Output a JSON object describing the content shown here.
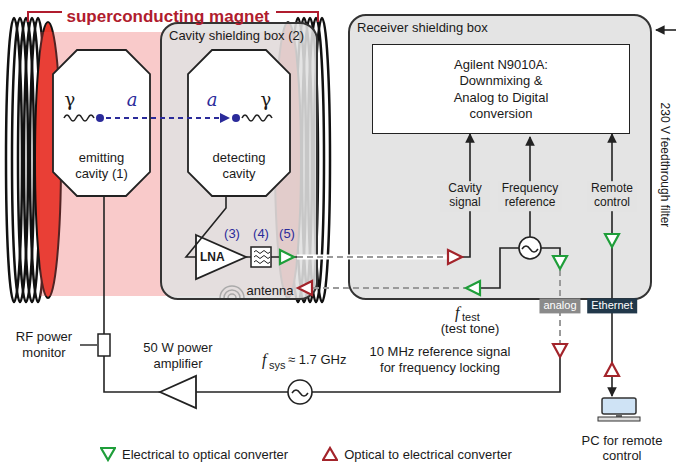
{
  "diagram": {
    "nodes": [
      {
        "text": [
          "superconducting magnet"
        ]
      },
      {
        "text": [
          "emitting cavity (1)"
        ],
        "in": 0
      },
      {
        "text": [
          "Cavity shielding box (2)"
        ],
        "in": 0
      },
      {
        "text": [
          "detecting cavity"
        ],
        "in": 2
      },
      {
        "text": [
          "LNA"
        ],
        "in": 2
      },
      {
        "text": [
          "Receiver shielding box"
        ]
      },
      {
        "text": [
          "Agilent N9010A: Downmixing & Analog to Digital conversion"
        ],
        "in": 5
      },
      {
        "text": [
          "50 W power amplifier"
        ]
      },
      {
        "text": [
          "PC for remote control"
        ]
      }
    ],
    "edges": [
      {
        "from": 3,
        "to": 4,
        "arrow": "none"
      },
      {
        "from": 4,
        "to": 6,
        "arrow": "to"
      },
      {
        "from": 7,
        "to": 1,
        "arrow": "none"
      },
      {
        "from": 8,
        "to": 6,
        "arrow": "both"
      }
    ],
    "labels": [
      "γ",
      "a",
      "a",
      "γ",
      "(3)",
      "(4)",
      "(5)",
      "antenna",
      "Cavity signal",
      "Frequency reference",
      "Remote control",
      "230 V feedthrough filter",
      "f",
      "test",
      "(test tone)",
      "analog",
      "Ethernet",
      "f",
      "sys",
      "≈ 1.7 GHz",
      "10 MHz reference signal for frequency locking",
      "RF power monitor"
    ],
    "legend": [
      {
        "text": "Electrical to optical converter"
      },
      {
        "text": "Optical to electrical converter"
      }
    ]
  }
}
